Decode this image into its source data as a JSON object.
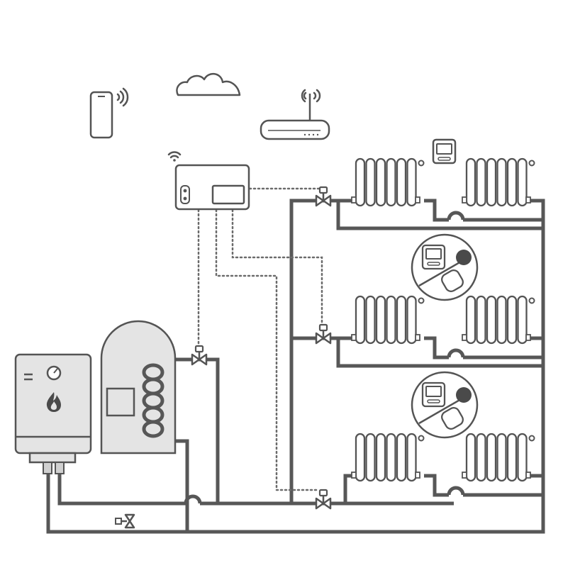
{
  "colors": {
    "pipe": "#575757",
    "outline": "#545454",
    "fill_light": "#eeeeee",
    "fill_mid": "#dcdcdc",
    "fill_dark": "#4a4a4a",
    "background": "#ffffff"
  },
  "icons": {
    "smartphone": "smartphone-icon",
    "cloud": "cloud-icon",
    "router": "wifi-router-icon",
    "controller": "heating-controller-icon",
    "boiler": "boiler-icon",
    "cylinder": "hot-water-cylinder-icon",
    "flame": "flame-icon",
    "thermostat": "room-thermostat-icon",
    "radiator": "radiator-icon",
    "valve": "zone-valve-icon"
  },
  "zones": [
    {
      "radiators": 2,
      "has_wireless_thermostat": false
    },
    {
      "radiators": 2,
      "has_wireless_thermostat": true
    },
    {
      "radiators": 2,
      "has_wireless_thermostat": true
    }
  ]
}
